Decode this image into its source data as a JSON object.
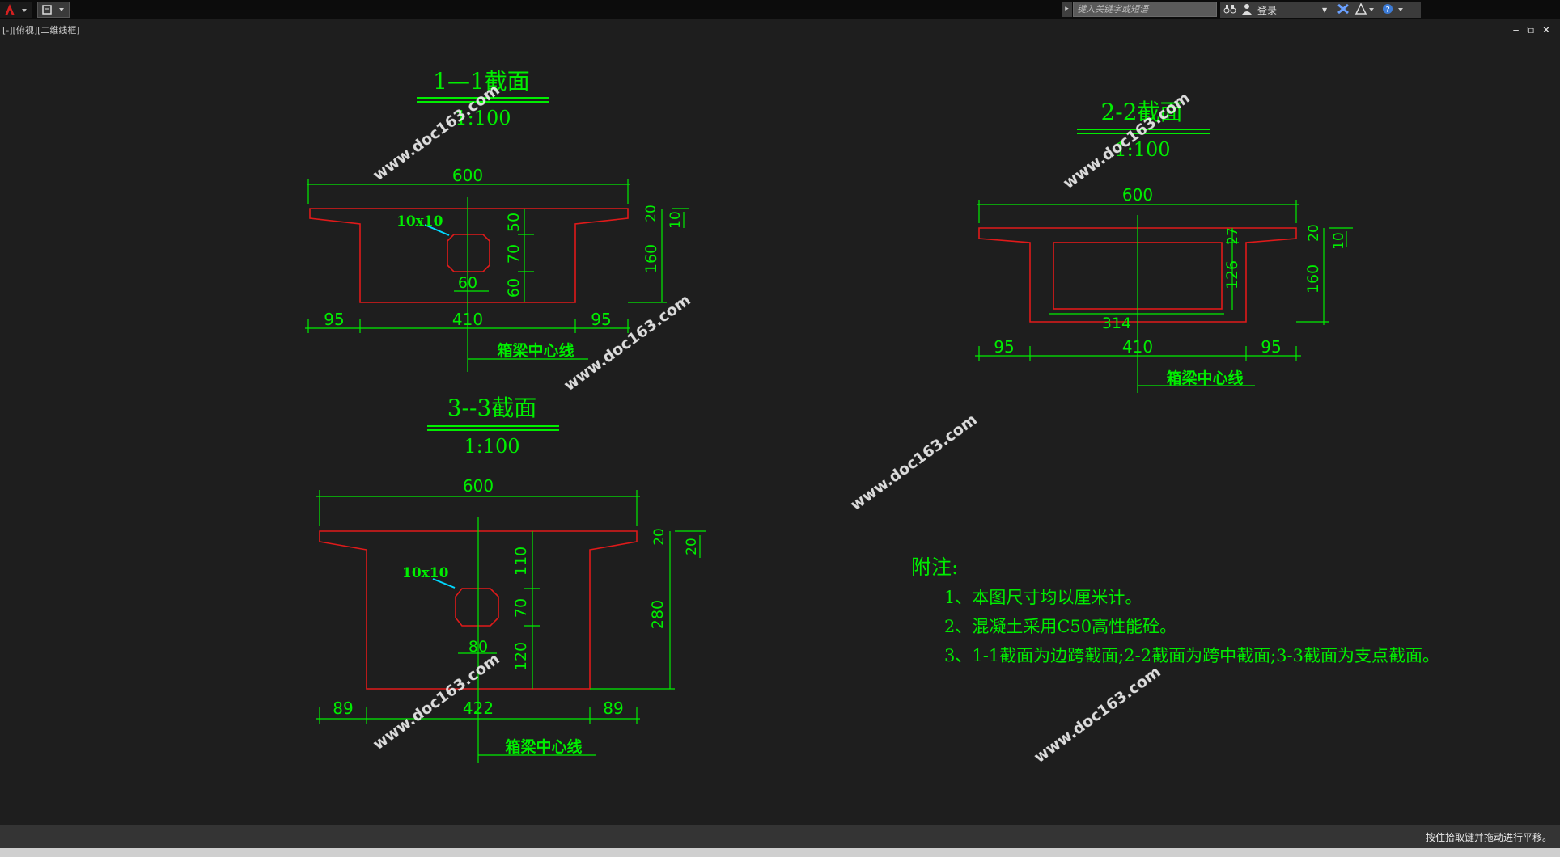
{
  "toolbar": {
    "search_placeholder": "键入关键字或短语",
    "login_label": "登录",
    "app_icon": "autocad-logo-icon",
    "qa_icon": "quick-access-icon"
  },
  "viewport": {
    "label": "[-][俯视][二维线框]",
    "minimize": "‒",
    "restore": "⧉",
    "close": "✕"
  },
  "status": {
    "message": "按住拾取键并拖动进行平移。"
  },
  "watermark": "www.doc163.com",
  "colors": {
    "dim_green": "#00ee00",
    "outline_red": "#e01a1a",
    "leader_cyan": "#00d8ff",
    "background": "#1e1e1e"
  },
  "sections": {
    "s11": {
      "title": "1—1截面",
      "scale": "1:100",
      "top_width": "600",
      "hole_label": "10x10",
      "d50": "50",
      "d70": "70",
      "d60v": "60",
      "d60h": "60",
      "d20": "20",
      "d10": "10",
      "d160": "160",
      "left95": "95",
      "mid410": "410",
      "right95": "95",
      "centerline": "箱梁中心线"
    },
    "s22": {
      "title": "2-2截面",
      "scale": "1:100",
      "top_width": "600",
      "d27": "27",
      "d126": "126",
      "d20": "20",
      "d10": "10",
      "d160": "160",
      "inner314": "314",
      "left95": "95",
      "mid410": "410",
      "right95": "95",
      "centerline": "箱梁中心线"
    },
    "s33": {
      "title": "3--3截面",
      "scale": "1:100",
      "top_width": "600",
      "hole_label": "10x10",
      "d110": "110",
      "d70": "70",
      "d120": "120",
      "d80": "80",
      "d20a": "20",
      "d20b": "20",
      "d280": "280",
      "left89": "89",
      "mid422": "422",
      "right89": "89",
      "centerline": "箱梁中心线"
    }
  },
  "notes": {
    "heading": "附注:",
    "items": [
      "1、本图尺寸均以厘米计。",
      "2、混凝土采用C50高性能砼。",
      "3、1-1截面为边跨截面;2-2截面为跨中截面;3-3截面为支点截面。"
    ]
  }
}
